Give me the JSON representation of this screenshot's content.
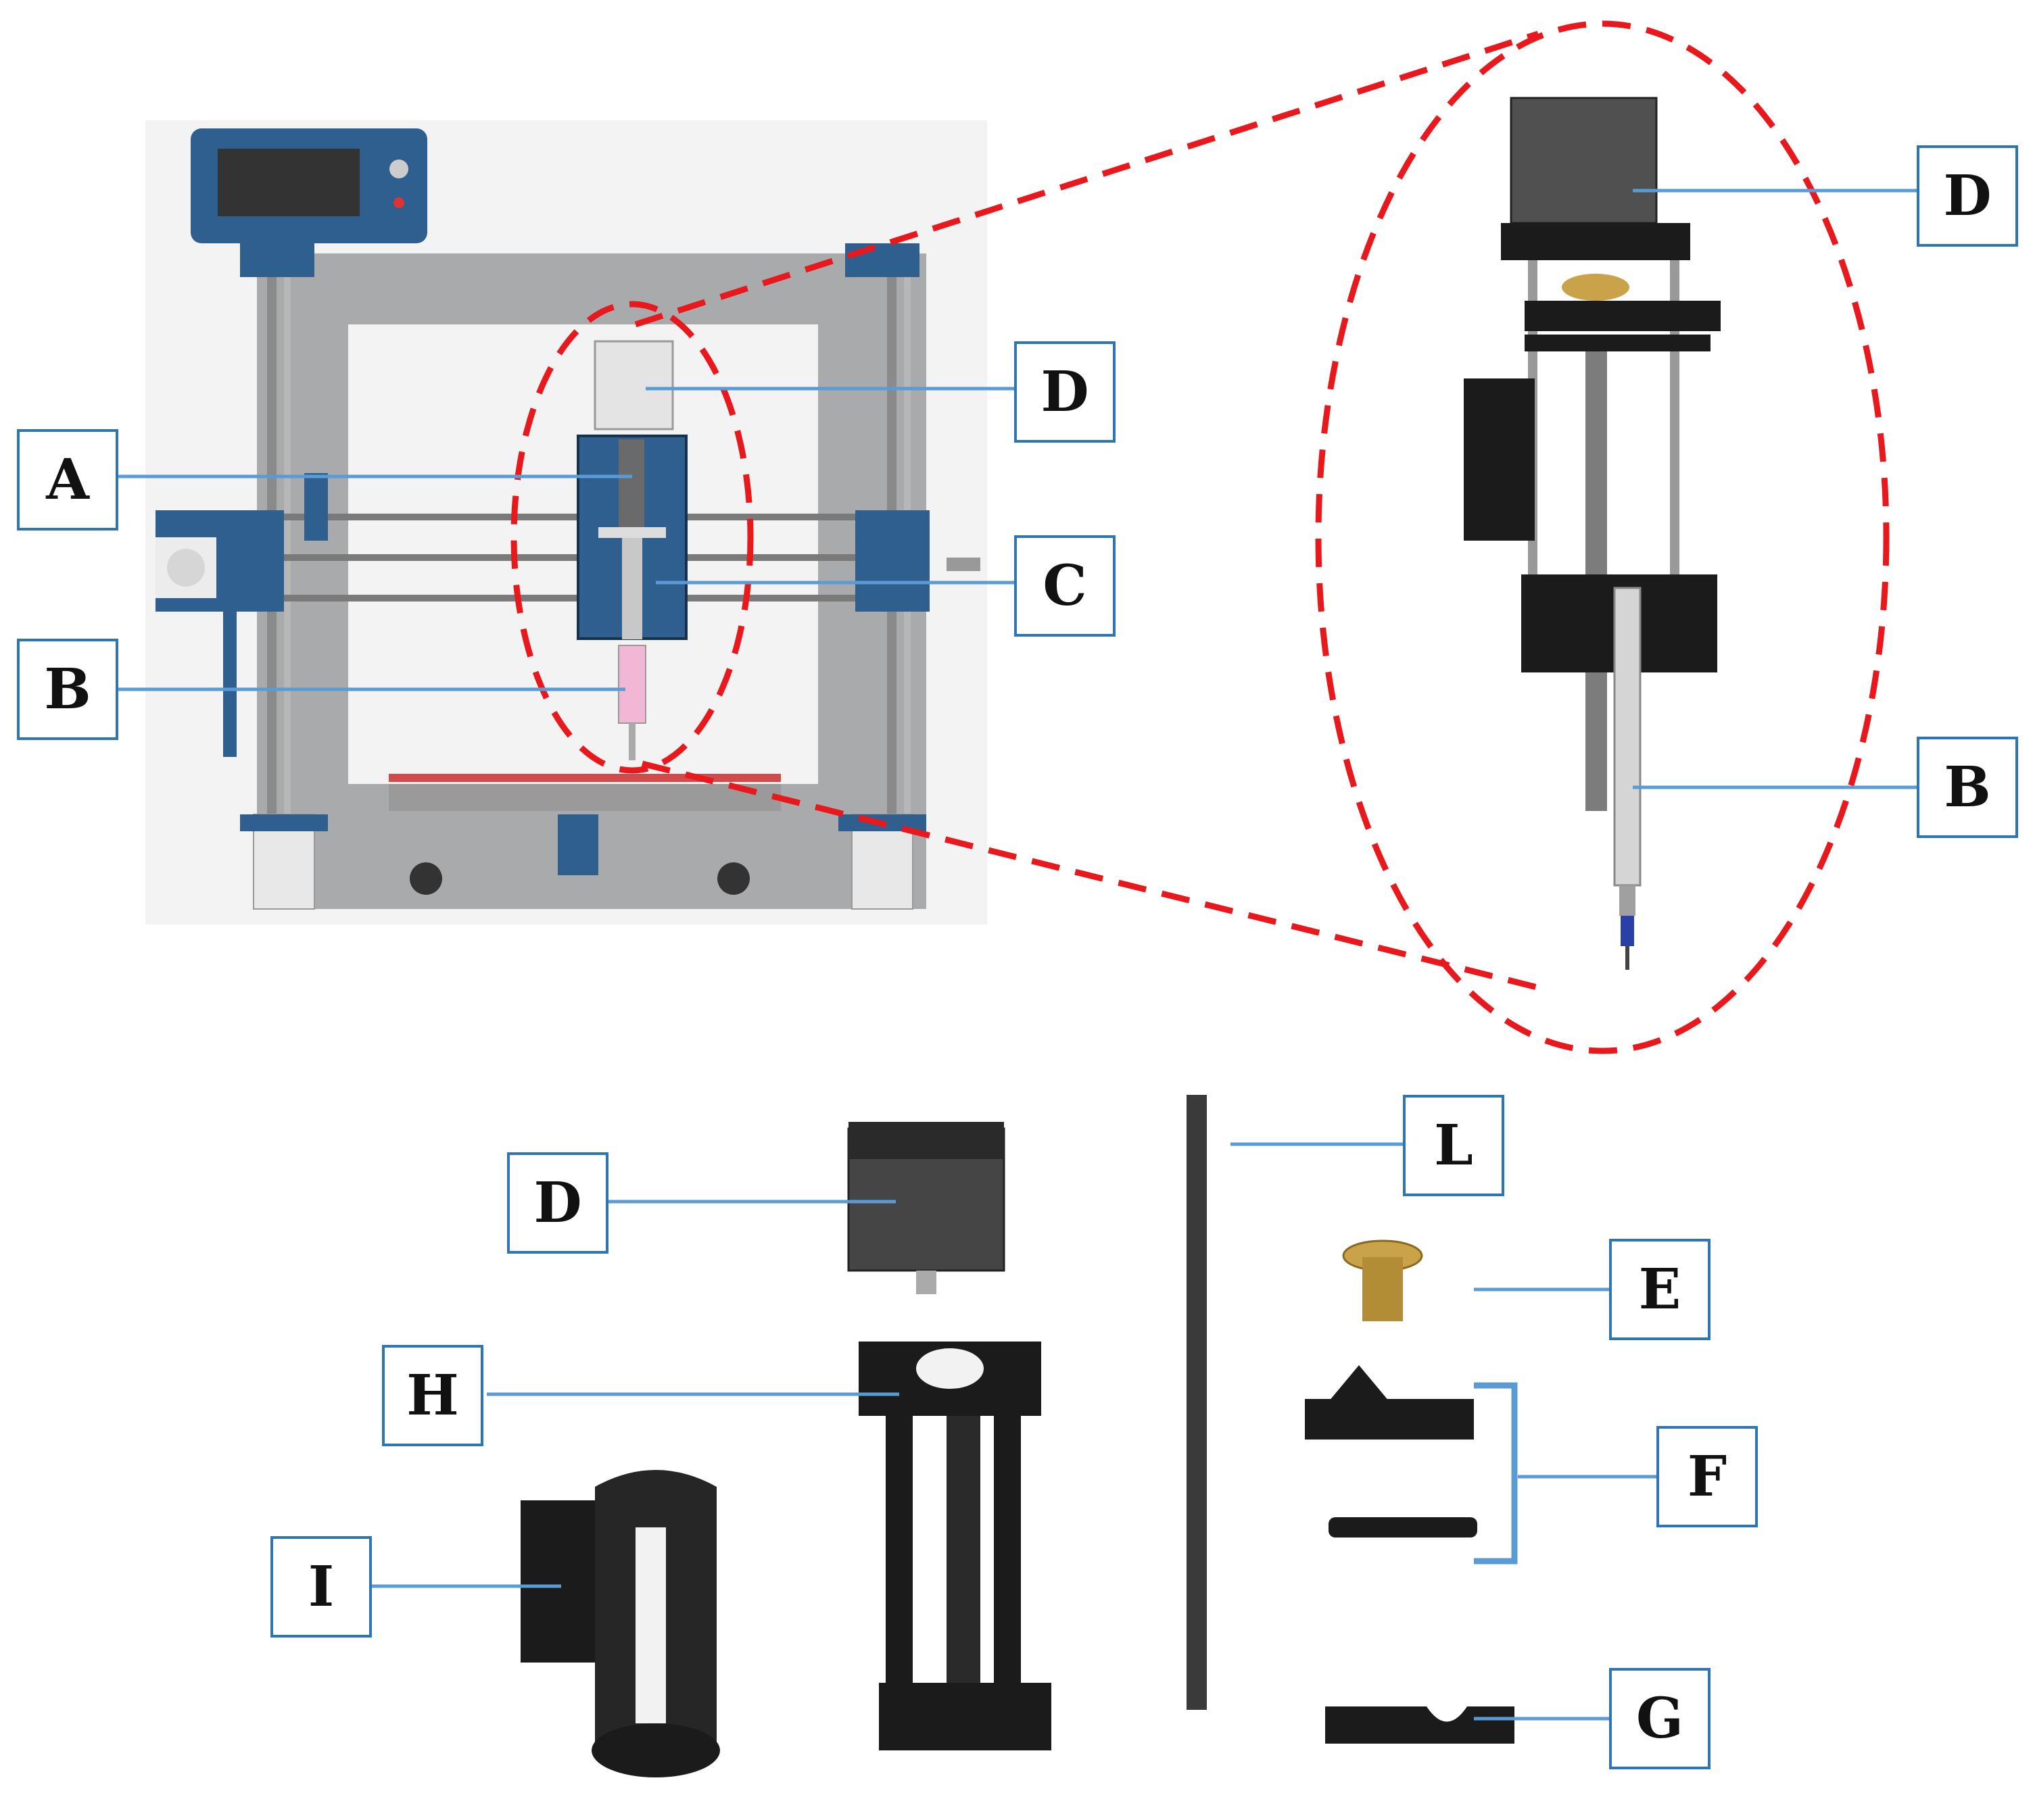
{
  "colors": {
    "leader_line": "#5b9bd5",
    "label_border": "#2e75b6",
    "callout": "#e8191d",
    "frame_gray": "#a9aaac",
    "printer_blue": "#2f5f8f",
    "part_black": "#1b1b1b",
    "brass": "#c9a24a",
    "syringe_pink": "#f3b7d6"
  },
  "labels": {
    "printer": {
      "a": "A",
      "b": "B",
      "c": "C",
      "d": "D"
    },
    "detail": {
      "d": "D",
      "b": "B"
    },
    "parts": {
      "d": "D",
      "h": "H",
      "i": "I",
      "l": "L",
      "e": "E",
      "f": "F",
      "g": "G"
    }
  },
  "icons": {
    "printer": "3d-printer-frame",
    "extruder": "syringe-extruder-assembly",
    "motor": "stepper-motor",
    "screw": "lead-screw",
    "nut": "brass-lead-nut"
  }
}
